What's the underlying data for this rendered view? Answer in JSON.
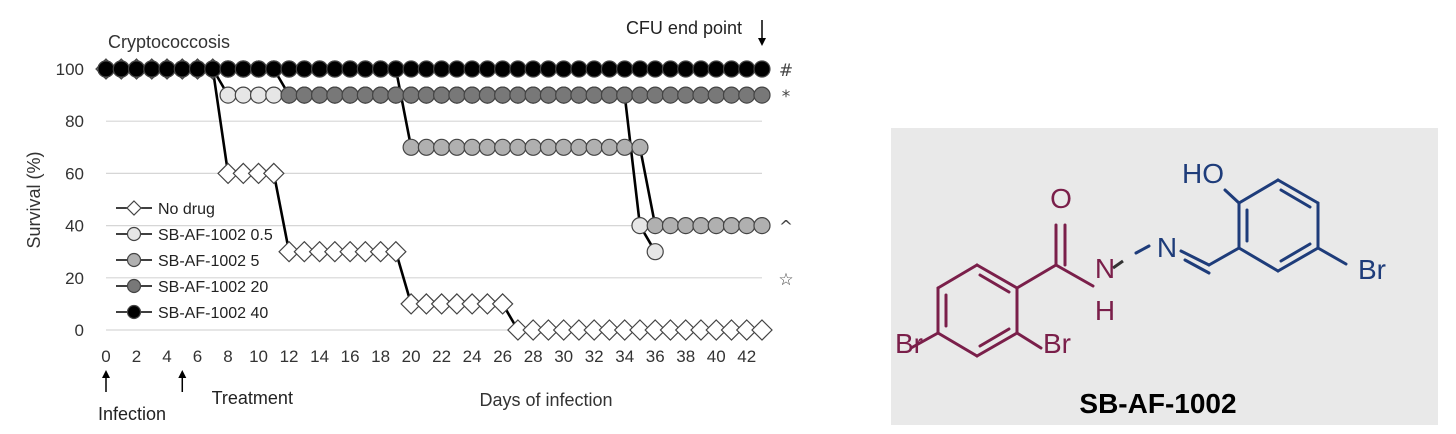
{
  "chart_data": {
    "type": "line",
    "title": "Cryptococcosis",
    "xlabel": "Days of infection",
    "ylabel": "Survival (%)",
    "xlim": [
      0,
      43
    ],
    "ylim": [
      0,
      100
    ],
    "x_ticks": [
      0,
      2,
      4,
      6,
      8,
      10,
      12,
      14,
      16,
      18,
      20,
      22,
      24,
      26,
      28,
      30,
      32,
      34,
      36,
      38,
      40,
      42
    ],
    "y_ticks": [
      0,
      20,
      40,
      60,
      80,
      100
    ],
    "grid": true,
    "legend_position": "bottom-left",
    "annotations": {
      "infection": "Infection",
      "treatment": "Treatment",
      "cfu": "CFU end point",
      "infection_day": 0,
      "treatment_day": 5,
      "cfu_day": 43
    },
    "series": [
      {
        "name": "No drug",
        "marker": "diamond",
        "color": "#ffffff",
        "x": [
          0,
          1,
          2,
          3,
          4,
          5,
          6,
          7,
          8,
          9,
          10,
          11,
          12,
          13,
          14,
          15,
          16,
          17,
          18,
          19,
          20,
          21,
          22,
          23,
          24,
          25,
          26,
          27,
          28,
          29,
          30,
          31,
          32,
          33,
          34,
          35,
          36,
          37,
          38,
          39,
          40,
          41,
          42,
          43
        ],
        "y": [
          100,
          100,
          100,
          100,
          100,
          100,
          100,
          100,
          60,
          60,
          60,
          60,
          30,
          30,
          30,
          30,
          30,
          30,
          30,
          30,
          10,
          10,
          10,
          10,
          10,
          10,
          10,
          0,
          0,
          0,
          0,
          0,
          0,
          0,
          0,
          0,
          0,
          0,
          0,
          0,
          0,
          0,
          0,
          0
        ]
      },
      {
        "name": "SB-AF-1002 0.5",
        "marker": "circle",
        "color": "#e6e6e6",
        "x": [
          0,
          1,
          2,
          3,
          4,
          5,
          6,
          7,
          8,
          9,
          10,
          11,
          12,
          13,
          14,
          15,
          16,
          17,
          18,
          19,
          20,
          21,
          22,
          23,
          24,
          25,
          26,
          27,
          28,
          29,
          30,
          31,
          32,
          33,
          34,
          35,
          36
        ],
        "y": [
          100,
          100,
          100,
          100,
          100,
          100,
          100,
          100,
          90,
          90,
          90,
          90,
          90,
          90,
          90,
          90,
          90,
          90,
          90,
          90,
          90,
          90,
          90,
          90,
          90,
          90,
          90,
          90,
          90,
          90,
          90,
          90,
          90,
          90,
          90,
          40,
          30
        ]
      },
      {
        "name": "SB-AF-1002 5",
        "marker": "circle",
        "color": "#b0b0b0",
        "x": [
          0,
          1,
          2,
          3,
          4,
          5,
          6,
          7,
          8,
          9,
          10,
          11,
          12,
          13,
          14,
          15,
          16,
          17,
          18,
          19,
          20,
          21,
          22,
          23,
          24,
          25,
          26,
          27,
          28,
          29,
          30,
          31,
          32,
          33,
          34,
          35,
          36,
          37,
          38,
          39,
          40,
          41,
          42,
          43
        ],
        "y": [
          100,
          100,
          100,
          100,
          100,
          100,
          100,
          100,
          100,
          100,
          100,
          100,
          100,
          100,
          100,
          100,
          100,
          100,
          100,
          100,
          70,
          70,
          70,
          70,
          70,
          70,
          70,
          70,
          70,
          70,
          70,
          70,
          70,
          70,
          70,
          70,
          40,
          40,
          40,
          40,
          40,
          40,
          40,
          40
        ]
      },
      {
        "name": "SB-AF-1002 20",
        "marker": "circle",
        "color": "#787878",
        "x": [
          0,
          1,
          2,
          3,
          4,
          5,
          6,
          7,
          8,
          9,
          10,
          11,
          12,
          13,
          14,
          15,
          16,
          17,
          18,
          19,
          20,
          21,
          22,
          23,
          24,
          25,
          26,
          27,
          28,
          29,
          30,
          31,
          32,
          33,
          34,
          35,
          36,
          37,
          38,
          39,
          40,
          41,
          42,
          43
        ],
        "y": [
          100,
          100,
          100,
          100,
          100,
          100,
          100,
          100,
          100,
          100,
          100,
          100,
          90,
          90,
          90,
          90,
          90,
          90,
          90,
          90,
          90,
          90,
          90,
          90,
          90,
          90,
          90,
          90,
          90,
          90,
          90,
          90,
          90,
          90,
          90,
          90,
          90,
          90,
          90,
          90,
          90,
          90,
          90,
          90
        ]
      },
      {
        "name": "SB-AF-1002 40",
        "marker": "circle",
        "color": "#000000",
        "x": [
          0,
          1,
          2,
          3,
          4,
          5,
          6,
          7,
          8,
          9,
          10,
          11,
          12,
          13,
          14,
          15,
          16,
          17,
          18,
          19,
          20,
          21,
          22,
          23,
          24,
          25,
          26,
          27,
          28,
          29,
          30,
          31,
          32,
          33,
          34,
          35,
          36,
          37,
          38,
          39,
          40,
          41,
          42,
          43
        ],
        "y": [
          100,
          100,
          100,
          100,
          100,
          100,
          100,
          100,
          100,
          100,
          100,
          100,
          100,
          100,
          100,
          100,
          100,
          100,
          100,
          100,
          100,
          100,
          100,
          100,
          100,
          100,
          100,
          100,
          100,
          100,
          100,
          100,
          100,
          100,
          100,
          100,
          100,
          100,
          100,
          100,
          100,
          100,
          100,
          100
        ]
      }
    ],
    "significance_marks": [
      {
        "text": "#",
        "y": 100
      },
      {
        "text": "*",
        "y": 90
      },
      {
        "text": "^",
        "y": 40
      },
      {
        "text": "☆",
        "y": 20
      }
    ]
  },
  "molecule": {
    "name": "SB-AF-1002",
    "labels": {
      "o": "O",
      "nh_n": "N",
      "nh_h": "H",
      "n2": "N",
      "ho": "HO",
      "br_left": "Br",
      "br_ortho": "Br",
      "br_right": "Br"
    },
    "colors": {
      "left": "#7a1f4a",
      "right": "#1e3c7a"
    }
  }
}
